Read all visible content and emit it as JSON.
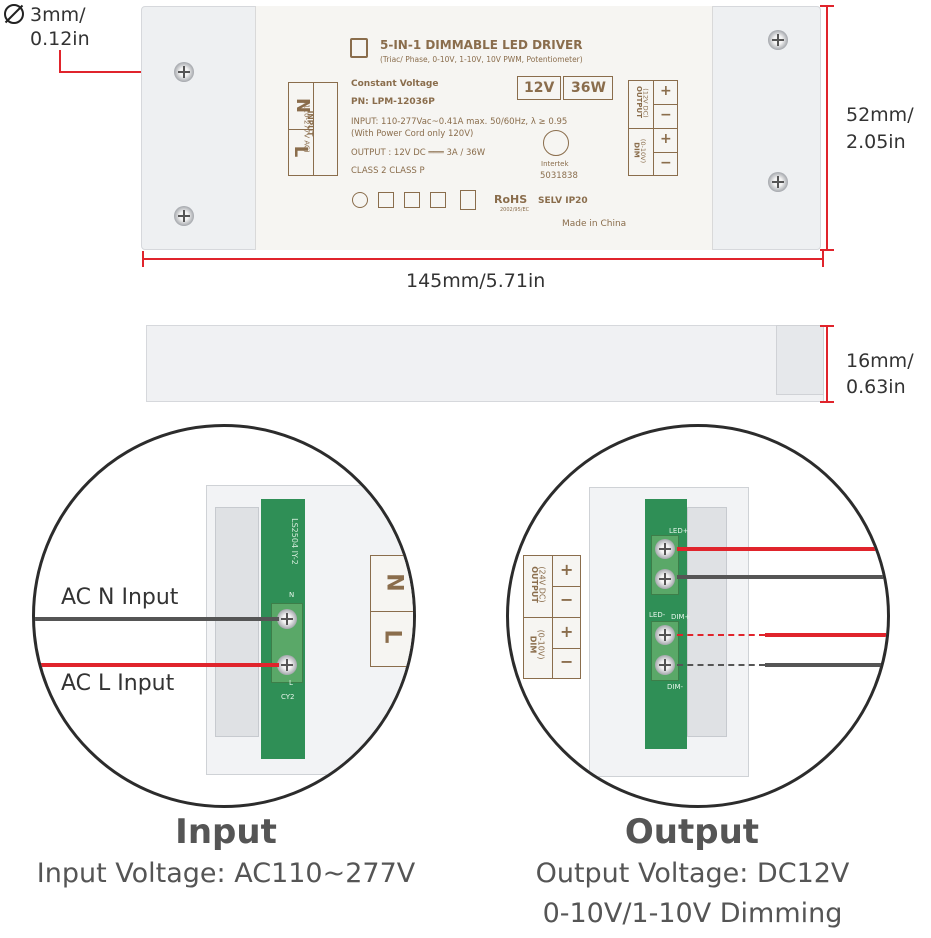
{
  "dimensions": {
    "hole_mm": "3mm/",
    "hole_in": "0.12in",
    "height_mm": "52mm/",
    "height_in": "2.05in",
    "length": "145mm/5.71in",
    "depth_mm": "16mm/",
    "depth_in": "0.63in"
  },
  "label": {
    "title": "5-IN-1 DIMMABLE LED DRIVER",
    "subtitle": "(Triac/ Phase, 0-10V, 1-10V, 10V PWM, Potentiometer)",
    "mode": "Constant Voltage",
    "pn": "PN: LPM-12036P",
    "voltage_box": "12V",
    "watt_box": "36W",
    "input_line1": "INPUT: 110-277Vac~0.41A max. 50/60Hz, λ ≥ 0.95",
    "input_line2": "(With Power Cord only 120V)",
    "output_line": "OUTPUT : 12V DC ═══ 3A / 36W",
    "class_line": "CLASS 2   CLASS P",
    "rohs": "RoHS",
    "rohs_sub": "2002/95/EC",
    "selv": "SELV  IP20",
    "etl_num": "Intertek",
    "etl_code": "5031838",
    "made_in": "Made in China",
    "input_block_title": "INPUT",
    "input_block_range": "(110-277V AC)",
    "n": "N",
    "l": "L",
    "output_block_title": "OUTPUT",
    "output_block_range": "(12V DC)",
    "dim_block_title": "DIM",
    "dim_block_range": "(0-10V)",
    "plus": "+",
    "minus": "−"
  },
  "input_circle": {
    "ac_n": "AC N Input",
    "ac_l": "AC L Input",
    "n": "N",
    "l": "L",
    "pcb_text": "LS2504 IY-2",
    "term_n": "N",
    "term_l": "L",
    "cy2": "CY2"
  },
  "output_circle": {
    "output_title": "OUTPUT",
    "output_range": "(24V DC)",
    "dim_title": "DIM",
    "dim_range": "(0-10V)",
    "plus": "+",
    "minus": "−",
    "led_plus": "LED+",
    "led_minus": "LED-",
    "dim_plus": "DIM+",
    "dim_minus": "DIM-"
  },
  "captions": {
    "input_title": "Input",
    "input_sub": "Input Voltage: AC110~277V",
    "output_title": "Output",
    "output_sub1": "Output Voltage: DC12V",
    "output_sub2": "0-10V/1-10V Dimming"
  },
  "colors": {
    "dimension_line": "#e0242c",
    "label_text": "#8a6d4c",
    "wire_red": "#e0242c",
    "wire_gray": "#555555",
    "pcb_green": "#2f8f56"
  }
}
